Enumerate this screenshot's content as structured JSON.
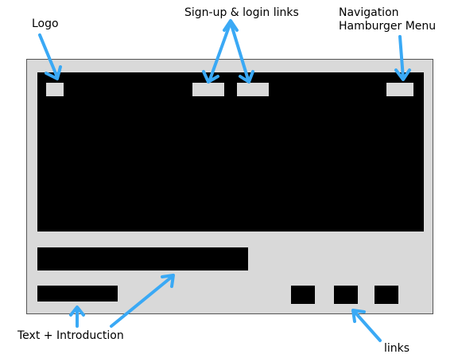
{
  "annotations": {
    "logo": "Logo",
    "signup_login": "Sign-up & login links",
    "nav_line1": "Navigation",
    "nav_line2": "Hamburger Menu",
    "text_intro": "Text + Introduction",
    "links": "links"
  },
  "colors": {
    "arrow": "#3aa9f5",
    "frame": "#d9d9d9",
    "block": "#000000"
  }
}
